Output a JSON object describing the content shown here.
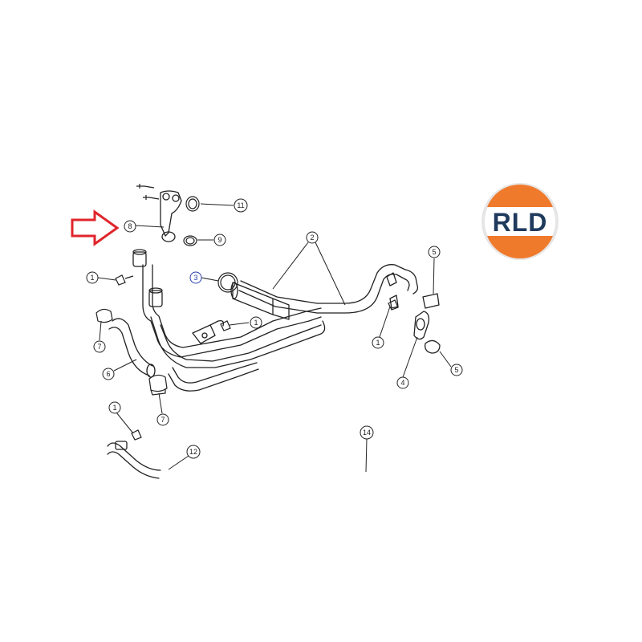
{
  "diagram": {
    "callouts": [
      {
        "id": "c1a",
        "label": "1"
      },
      {
        "id": "c1b",
        "label": "1"
      },
      {
        "id": "c1c",
        "label": "1"
      },
      {
        "id": "c1d",
        "label": "1"
      },
      {
        "id": "c2",
        "label": "2"
      },
      {
        "id": "c3",
        "label": "3"
      },
      {
        "id": "c4",
        "label": "4"
      },
      {
        "id": "c5a",
        "label": "5"
      },
      {
        "id": "c5b",
        "label": "5"
      },
      {
        "id": "c6",
        "label": "6"
      },
      {
        "id": "c7a",
        "label": "7"
      },
      {
        "id": "c7b",
        "label": "7"
      },
      {
        "id": "c8",
        "label": "8"
      },
      {
        "id": "c9",
        "label": "9"
      },
      {
        "id": "c11",
        "label": "11"
      },
      {
        "id": "c12",
        "label": "12"
      },
      {
        "id": "c14",
        "label": "14"
      }
    ],
    "highlight_arrow": {
      "points_to": "8",
      "color": "#e0252b"
    }
  },
  "logo": {
    "text": "RLD",
    "colors": {
      "orange": "#f07a2c",
      "navy": "#1f3a5c",
      "ring": "#e6e6e6"
    }
  },
  "colors": {
    "line": "#222222",
    "callout_blue": "#2a3fa8"
  }
}
